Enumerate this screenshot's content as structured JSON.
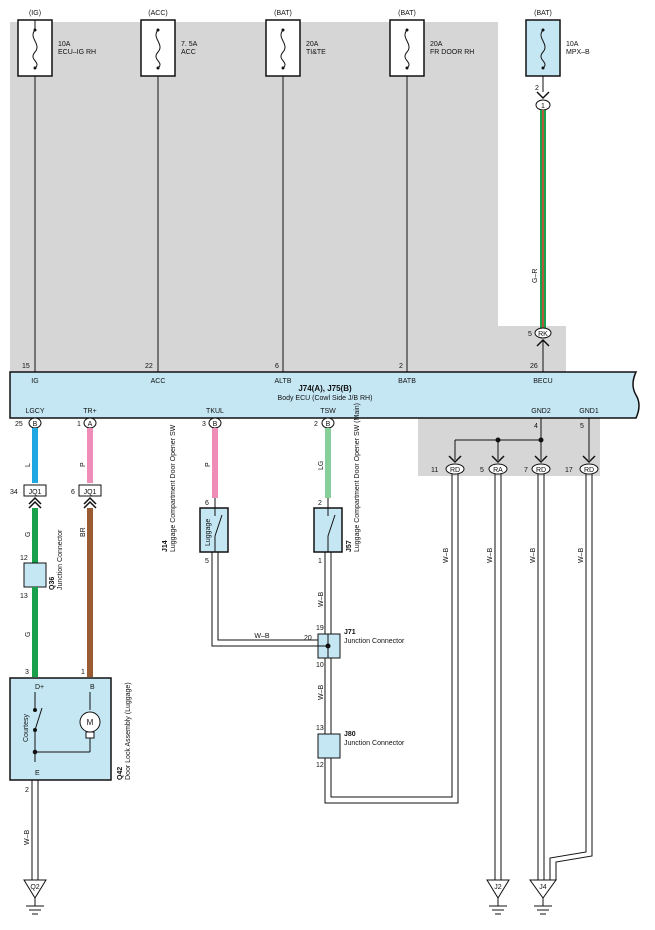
{
  "fuses": [
    {
      "source": "(IG)",
      "rating": "10A",
      "name": "ECU–IG RH"
    },
    {
      "source": "(ACC)",
      "rating": "7. 5A",
      "name": "ACC"
    },
    {
      "source": "(BAT)",
      "rating": "20A",
      "name": "TI&TE"
    },
    {
      "source": "(BAT)",
      "rating": "20A",
      "name": "FR DOOR RH"
    },
    {
      "source": "(BAT)",
      "rating": "10A",
      "name": "MPX–B"
    }
  ],
  "mpx": {
    "pin_top": "2",
    "conn1_label": "1",
    "wire": "G–R",
    "rk_pin": "5",
    "rk_label": "RK"
  },
  "ecu": {
    "id": "J74(A), J75(B)",
    "name": "Body ECU (Cowl Side J/B RH)",
    "top_pins": [
      {
        "num": "15",
        "label": "IG"
      },
      {
        "num": "22",
        "label": "ACC"
      },
      {
        "num": "6",
        "label": "ALTB"
      },
      {
        "num": "2",
        "label": "BATB"
      },
      {
        "num": "26",
        "label": "BECU"
      }
    ],
    "bottom_pins": [
      {
        "num": "25",
        "conn": "B",
        "label": "LGCY"
      },
      {
        "num": "1",
        "conn": "A",
        "label": "TR+"
      },
      {
        "num": "3",
        "conn": "B",
        "label": "TKUL"
      },
      {
        "num": "2",
        "conn": "B",
        "label": "TSW"
      },
      {
        "num": "4",
        "conn": "",
        "label": "GND2"
      },
      {
        "num": "5",
        "conn": "",
        "label": "GND1"
      }
    ]
  },
  "wires": {
    "lgcy_top": "L",
    "tr_top": "P",
    "tkul": "P",
    "tsw": "LG",
    "q36_top": "G",
    "q36_bottom": "G",
    "tr_bottom": "BR",
    "j14_j71": "W–B",
    "j57_j71": "W–B",
    "j71_j80": "W–B",
    "gnd_11": "W–B",
    "gnd_5": "W–B",
    "gnd_7": "W–B",
    "gnd_17": "W–B",
    "q42_ground": "W–B"
  },
  "jq1_a": {
    "pin": "34",
    "label": "JQ1"
  },
  "jq1_b": {
    "pin": "6",
    "label": "JQ1"
  },
  "q36": {
    "id": "Q36",
    "name": "Junction Connector",
    "pin_top": "12",
    "pin_bottom": "13"
  },
  "j14": {
    "id": "J14",
    "name": "Luggage Compartment Door Opener SW",
    "inner": "Luggage",
    "pin_top": "6",
    "pin_bottom": "5"
  },
  "j57": {
    "id": "J57",
    "name": "Luggage Compartment Door Opener SW (Main)",
    "pin_top": "2",
    "pin_bottom": "1"
  },
  "j71": {
    "id": "J71",
    "name": "Junction Connector",
    "pin_top": "19",
    "pin_left": "20",
    "pin_bottom": "10"
  },
  "j80": {
    "id": "J80",
    "name": "Junction Connector",
    "pin_top": "13",
    "pin_bottom": "12"
  },
  "q42": {
    "id": "Q42",
    "name": "Door Lock Assembly (Luggage)",
    "pin_d": "3",
    "pin_b": "1",
    "term_d": "D+",
    "term_b": "B",
    "term_e": "E",
    "switch": "Courtesy",
    "motor": "M",
    "pin_e": "2"
  },
  "gnd_connectors": [
    {
      "pin": "11",
      "label": "RD"
    },
    {
      "pin": "5",
      "label": "RA"
    },
    {
      "pin": "7",
      "label": "RD"
    },
    {
      "pin": "17",
      "label": "RD"
    }
  ],
  "grounds": [
    {
      "label": "Q2"
    },
    {
      "label": "J2"
    },
    {
      "label": "J4"
    }
  ],
  "colors": {
    "shade": "#d6d6d6",
    "ecu_fill": "#c5e7f4",
    "comp_fill": "#c5e7f4",
    "wire_blue": "#1ea7e1",
    "wire_pink": "#f08cb8",
    "wire_green": "#19a04a",
    "wire_brown": "#9a5a32",
    "wire_lightgreen": "#86cf99",
    "wire_red": "#e8403a"
  }
}
